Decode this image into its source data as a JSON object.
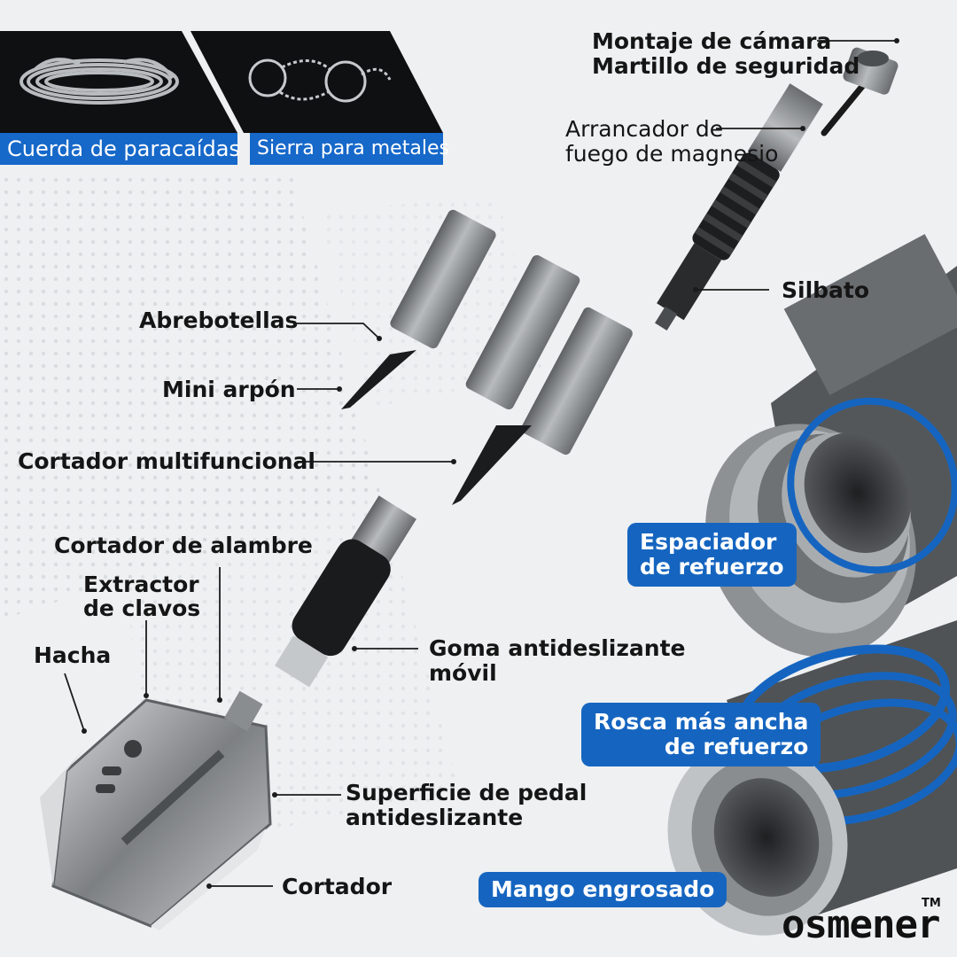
{
  "accessories": {
    "rope_label": "Cuerda de paracaídas",
    "saw_label": "Sierra para metales"
  },
  "callouts": {
    "camera_mount": "Montaje de cámara",
    "safety_hammer": "Martillo de seguridad",
    "fire_starter_1": "Arrancador de",
    "fire_starter_2": "fuego de magnesio",
    "whistle": "Silbato",
    "bottle_opener": "Abrebotellas",
    "mini_harpoon": "Mini arpón",
    "multi_cutter": "Cortador multifuncional",
    "wire_cutter": "Cortador de alambre",
    "nail_puller_1": "Extractor",
    "nail_puller_2": "de clavos",
    "axe": "Hacha",
    "grip_1": "Goma antideslizante",
    "grip_2": "móvil",
    "pedal_1": "Superficie de pedal",
    "pedal_2": "antideslizante",
    "cutter": "Cortador"
  },
  "badges": {
    "spacer_1": "Espaciador",
    "spacer_2": "de refuerzo",
    "thread_1": "Rosca más ancha",
    "thread_2": "de refuerzo",
    "handle": "Mango engrosado"
  },
  "brand": {
    "logo": "osmener",
    "tm": "TM"
  },
  "colors": {
    "accent_blue": "#1565c0",
    "dark": "#111111",
    "metal": "#8a8d90"
  }
}
